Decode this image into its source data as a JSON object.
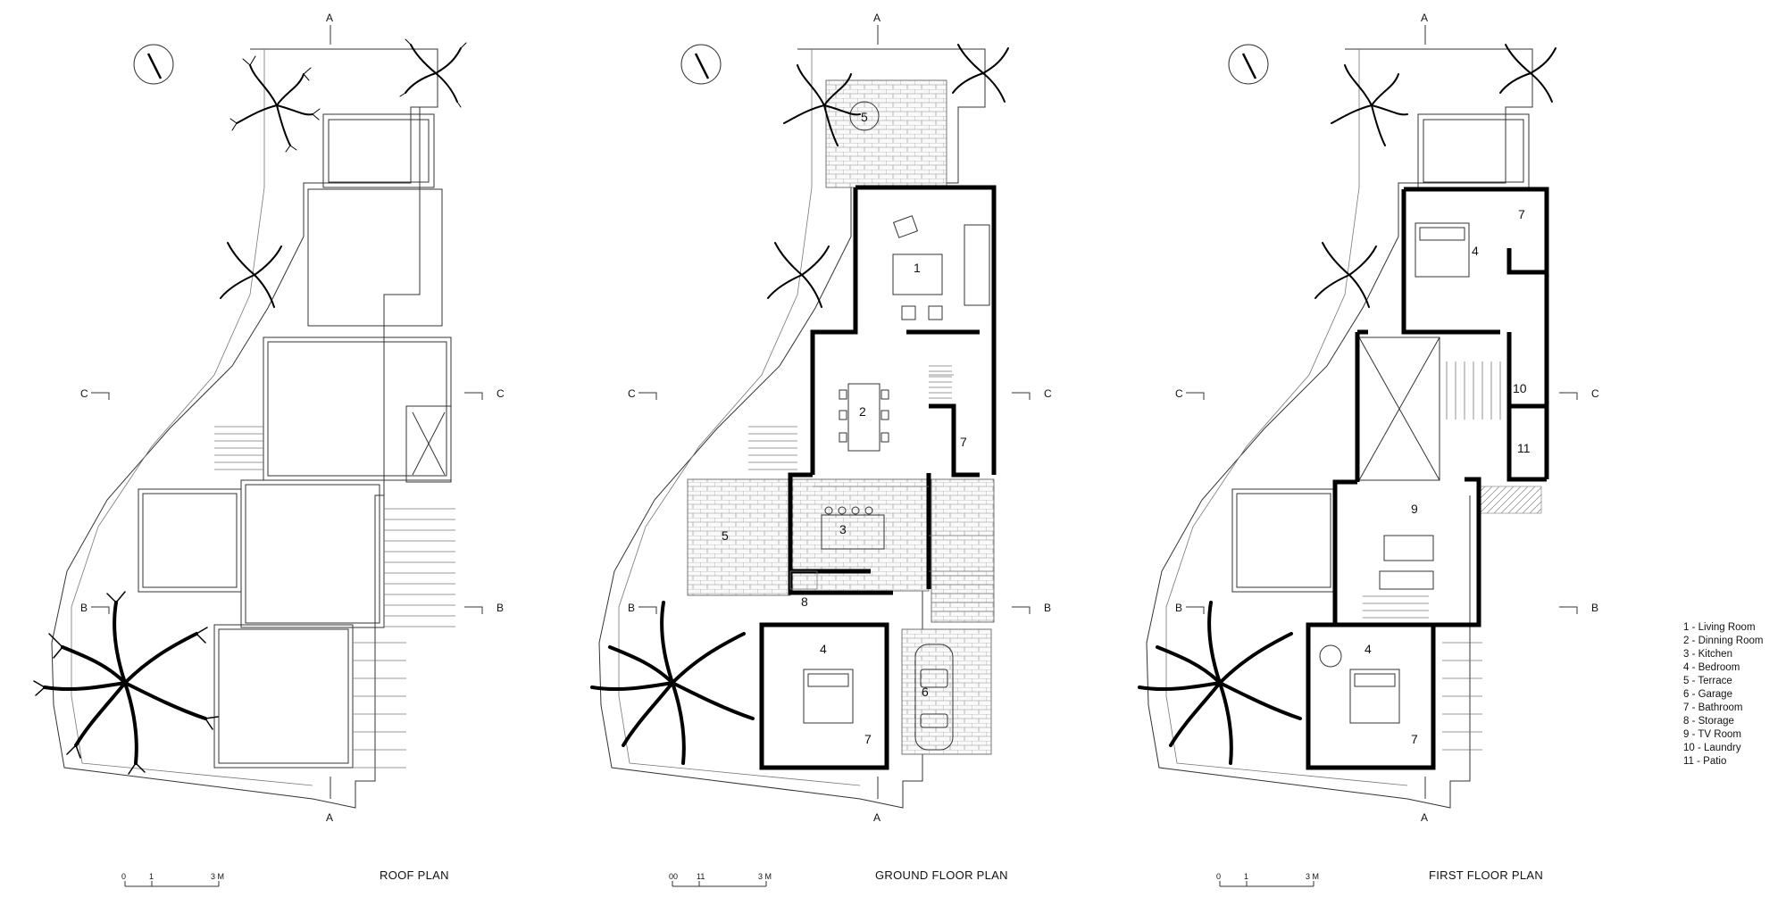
{
  "plans": [
    {
      "id": "roof",
      "title": "ROOF PLAN",
      "scale": {
        "ticks": [
          "0",
          "1",
          "3 M"
        ]
      },
      "section_marks": [
        "A",
        "A",
        "C",
        "C",
        "B",
        "B"
      ],
      "room_labels": []
    },
    {
      "id": "ground",
      "title": "GROUND FLOOR PLAN",
      "scale": {
        "ticks": [
          "00",
          "11",
          "3 M"
        ]
      },
      "section_marks": [
        "A",
        "A",
        "C",
        "C",
        "B",
        "B"
      ],
      "room_labels": [
        "5",
        "1",
        "2",
        "7",
        "5",
        "3",
        "8",
        "4",
        "6",
        "7"
      ]
    },
    {
      "id": "first",
      "title": "FIRST FLOOR PLAN",
      "scale": {
        "ticks": [
          "0",
          "1",
          "3 M"
        ]
      },
      "section_marks": [
        "A",
        "A",
        "C",
        "C",
        "B",
        "B"
      ],
      "room_labels": [
        "4",
        "7",
        "10",
        "11",
        "9",
        "4",
        "7"
      ]
    }
  ],
  "legend": [
    "1 - Living Room",
    "2 - Dinning Room",
    "3 - Kitchen",
    "4 - Bedroom",
    "5 - Terrace",
    "6 - Garage",
    "7 - Bathroom",
    "8 - Storage",
    "9 - TV Room",
    "10 - Laundry",
    "11 - Patio"
  ]
}
